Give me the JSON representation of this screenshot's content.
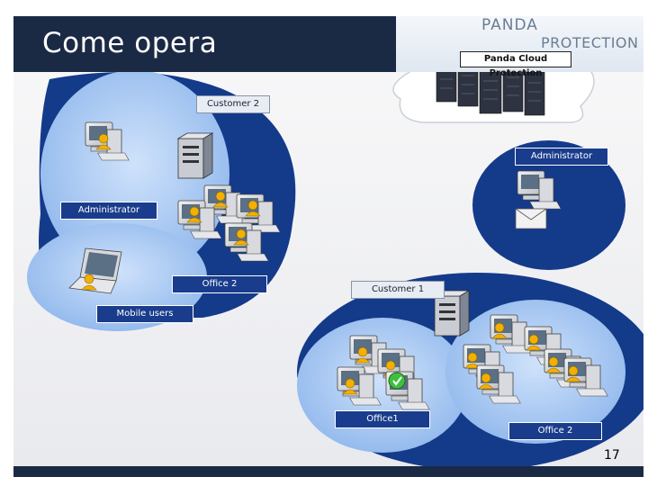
{
  "title": "Come opera",
  "brand": {
    "line1": "PANDA",
    "line2": "PROTECTION"
  },
  "cloud": {
    "label": "Panda Cloud Protection"
  },
  "labels": {
    "customer2": "Customer 2",
    "administrator_right": "Administrator",
    "administrator_left": "Administrator",
    "office2_top": "Office 2",
    "customer1": "Customer 1",
    "mobile_users": "Mobile users",
    "office1": "Office1",
    "office2_bottom": "Office 2"
  },
  "page_number": "17",
  "colors": {
    "header": "#1b2a44",
    "zone_dark": "#143a8a",
    "zone_light": "#9fc3f0",
    "label_bg": "#1a3c8c"
  }
}
